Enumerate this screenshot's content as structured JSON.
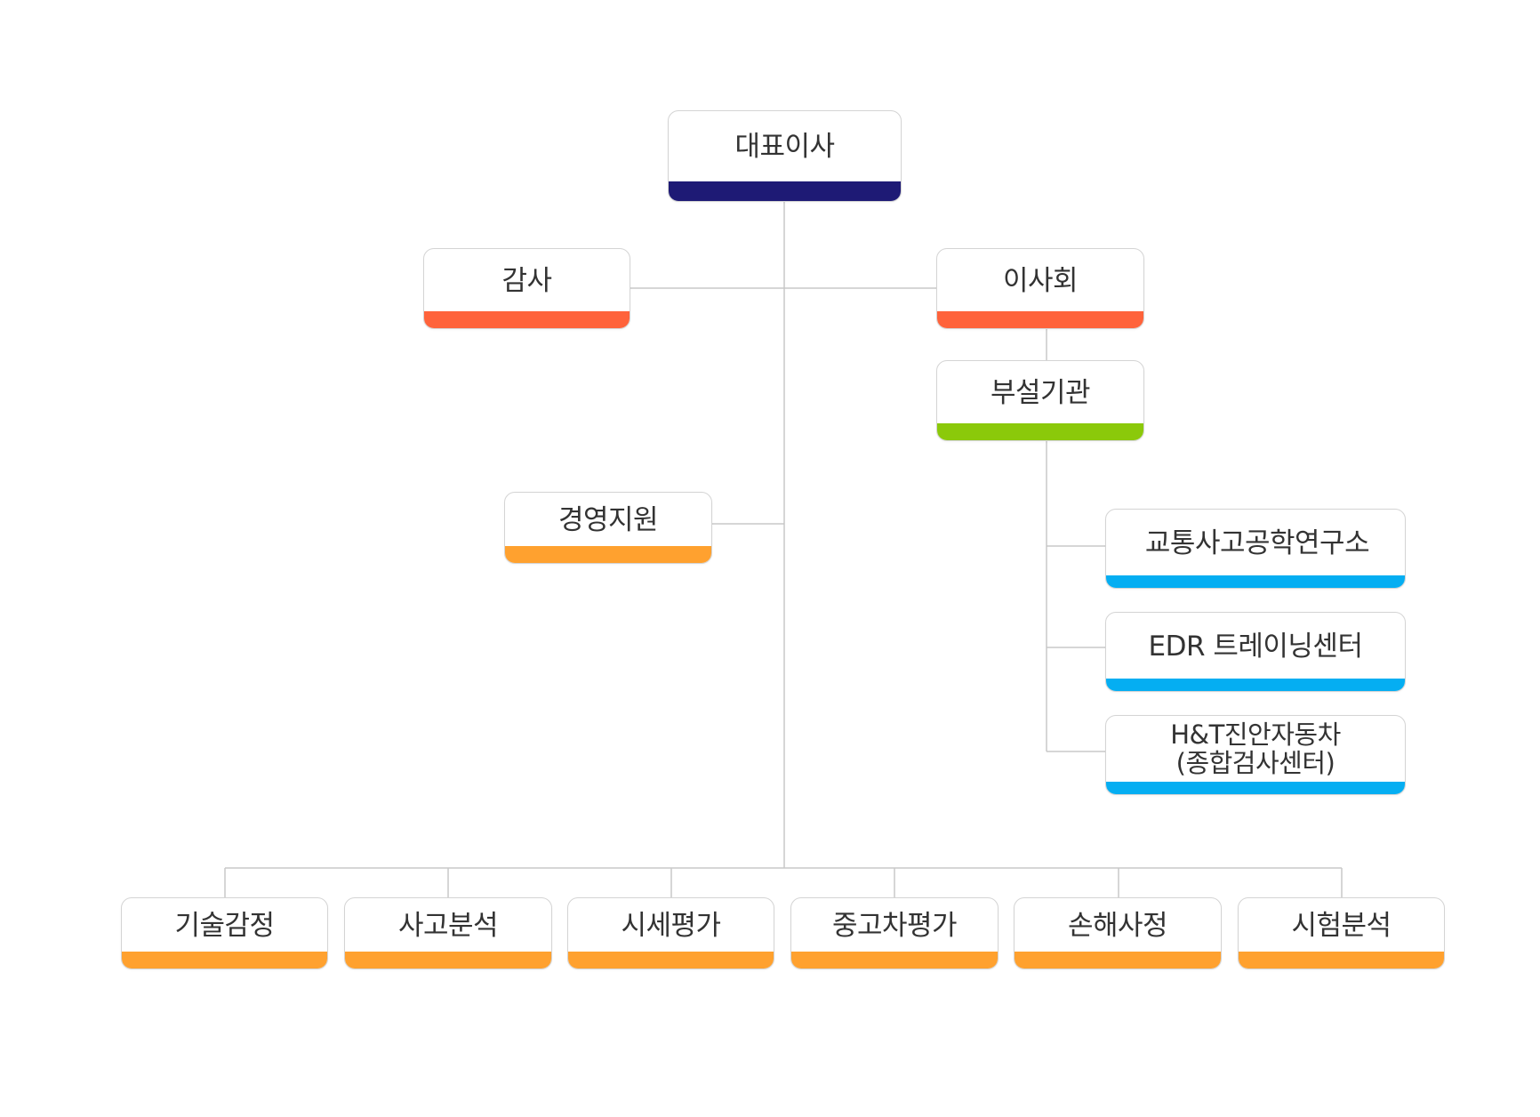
{
  "org_chart": {
    "ceo": {
      "label": "대표이사",
      "color": "#1e1a75"
    },
    "audit": {
      "label": "감사",
      "color": "#ff633b"
    },
    "board": {
      "label": "이사회",
      "color": "#ff633b"
    },
    "affiliated": {
      "label": "부설기관",
      "color": "#8bc90a"
    },
    "management_support": {
      "label": "경영지원",
      "color": "#ffa12f"
    },
    "affiliated_units": [
      {
        "label": "교통사고공학연구소",
        "color": "#05aef2"
      },
      {
        "label": "EDR 트레이닝센터",
        "color": "#05aef2"
      },
      {
        "label": "H&T진안자동차\n(종합검사센터)",
        "color": "#05aef2"
      }
    ],
    "departments": [
      {
        "label": "기술감정",
        "color": "#ffa12f"
      },
      {
        "label": "사고분석",
        "color": "#ffa12f"
      },
      {
        "label": "시세평가",
        "color": "#ffa12f"
      },
      {
        "label": "중고차평가",
        "color": "#ffa12f"
      },
      {
        "label": "손해사정",
        "color": "#ffa12f"
      },
      {
        "label": "시험분석",
        "color": "#ffa12f"
      }
    ]
  },
  "connector_color": "#c8c8c8"
}
